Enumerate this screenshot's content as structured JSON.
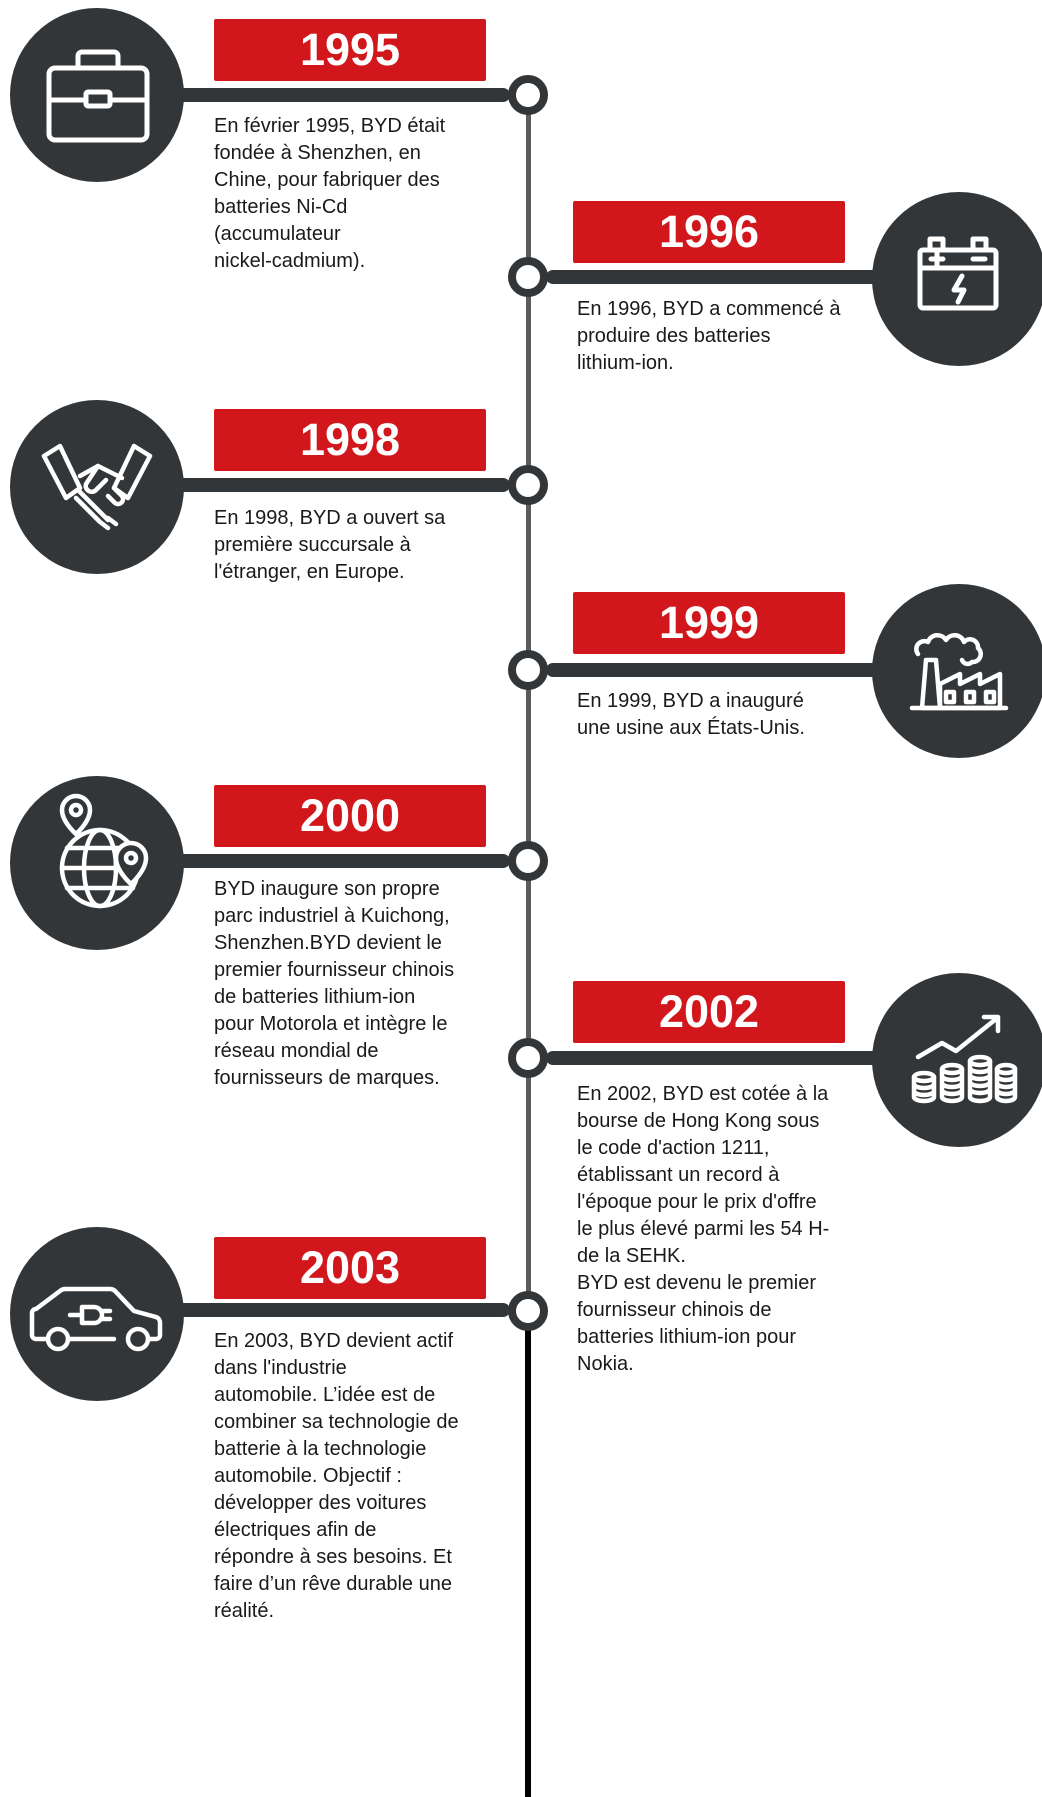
{
  "timeline": {
    "events": [
      {
        "year": "1995",
        "icon": "briefcase-icon",
        "text": "En février 1995, BYD était\nfondée à Shenzhen, en\nChine, pour fabriquer des\nbatteries Ni-Cd\n(accumulateur\nnickel-cadmium)."
      },
      {
        "year": "1996",
        "icon": "battery-icon",
        "text": "En 1996, BYD a commencé à\nproduire des batteries\nlithium-ion."
      },
      {
        "year": "1998",
        "icon": "handshake-icon",
        "text": "En 1998, BYD a ouvert sa\npremière succursale à\nl'étranger, en Europe."
      },
      {
        "year": "1999",
        "icon": "factory-icon",
        "text": "En 1999, BYD a inauguré\nune usine aux États-Unis."
      },
      {
        "year": "2000",
        "icon": "globe-pins-icon",
        "text": "BYD inaugure son propre\nparc industriel à Kuichong,\nShenzhen.BYD devient le\npremier fournisseur chinois\nde batteries lithium-ion\npour Motorola et intègre le\nréseau mondial de\nfournisseurs de marques."
      },
      {
        "year": "2002",
        "icon": "coins-growth-icon",
        "text": "En 2002, BYD est cotée à la\nbourse de Hong Kong sous\nle code d'action 1211,\nétablissant un record à\nl'époque pour le prix d'offre\nle plus élevé parmi les 54 H-\nde la SEHK.\nBYD est devenu le premier\nfournisseur chinois de\nbatteries lithium-ion pour\nNokia."
      },
      {
        "year": "2003",
        "icon": "electric-car-icon",
        "text": "En 2003, BYD devient actif\ndans l'industrie\nautomobile. L’idée est de\ncombiner sa technologie de\nbatterie à la technologie\nautomobile. Objectif :\ndévelopper des voitures\nélectriques afin de\nrépondre à ses besoins. Et\nfaire d’un rêve durable une\nréalité."
      }
    ]
  },
  "colors": {
    "accent_red": "#d1161c",
    "dark_circle": "#333638",
    "line_gray": "#595b5d",
    "text": "#1a1a1a"
  }
}
